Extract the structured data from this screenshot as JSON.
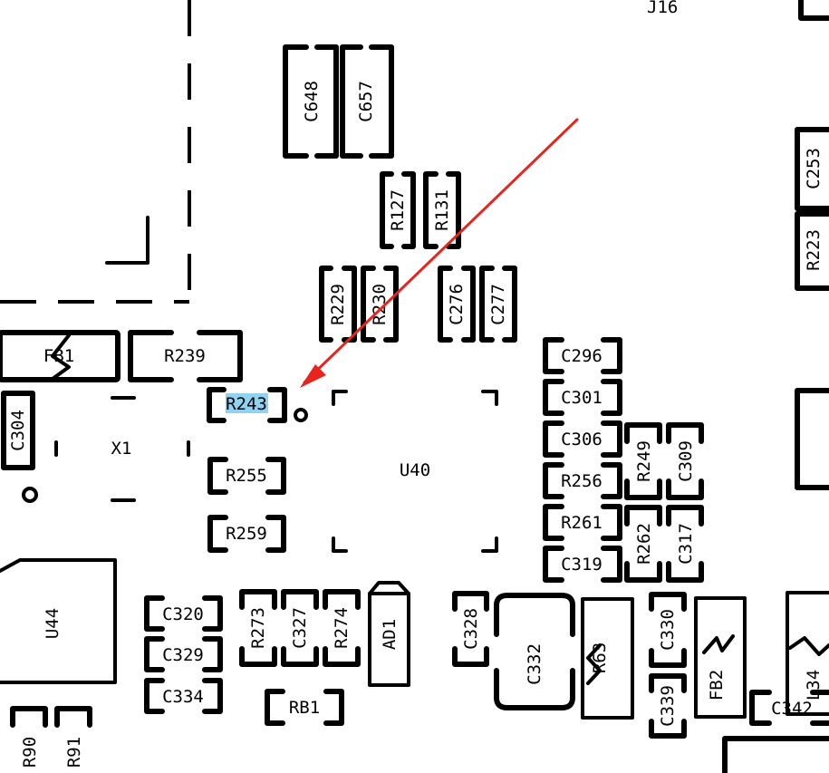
{
  "labels": {
    "J16": "J16",
    "C648": "C648",
    "C657": "C657",
    "C253": "C253",
    "R223": "R223",
    "R127": "R127",
    "R131": "R131",
    "R229": "R229",
    "R230": "R230",
    "C276": "C276",
    "C277": "C277",
    "FB1": "FB1",
    "R239": "R239",
    "C304": "C304",
    "X1": "X1",
    "R243": "R243",
    "R255": "R255",
    "R259": "R259",
    "U40": "U40",
    "C296": "C296",
    "C301": "C301",
    "C306": "C306",
    "R256": "R256",
    "R261": "R261",
    "C319": "C319",
    "R249": "R249",
    "C309": "C309",
    "R262": "R262",
    "C317": "C317",
    "U44": "U44",
    "C320": "C320",
    "C329": "C329",
    "C334": "C334",
    "R273": "R273",
    "C327": "C327",
    "R274": "R274",
    "AD1": "AD1",
    "RB1": "RB1",
    "C328": "C328",
    "C332": "C332",
    "R63": "R63",
    "C330": "C330",
    "C339": "C339",
    "FB2": "FB2",
    "L34": "L34",
    "C342": "C342",
    "R90": "R90",
    "R91": "R91"
  },
  "highlight": {
    "target": "R243",
    "color": "#8fd3f0"
  },
  "arrow_color": "#e8241c"
}
